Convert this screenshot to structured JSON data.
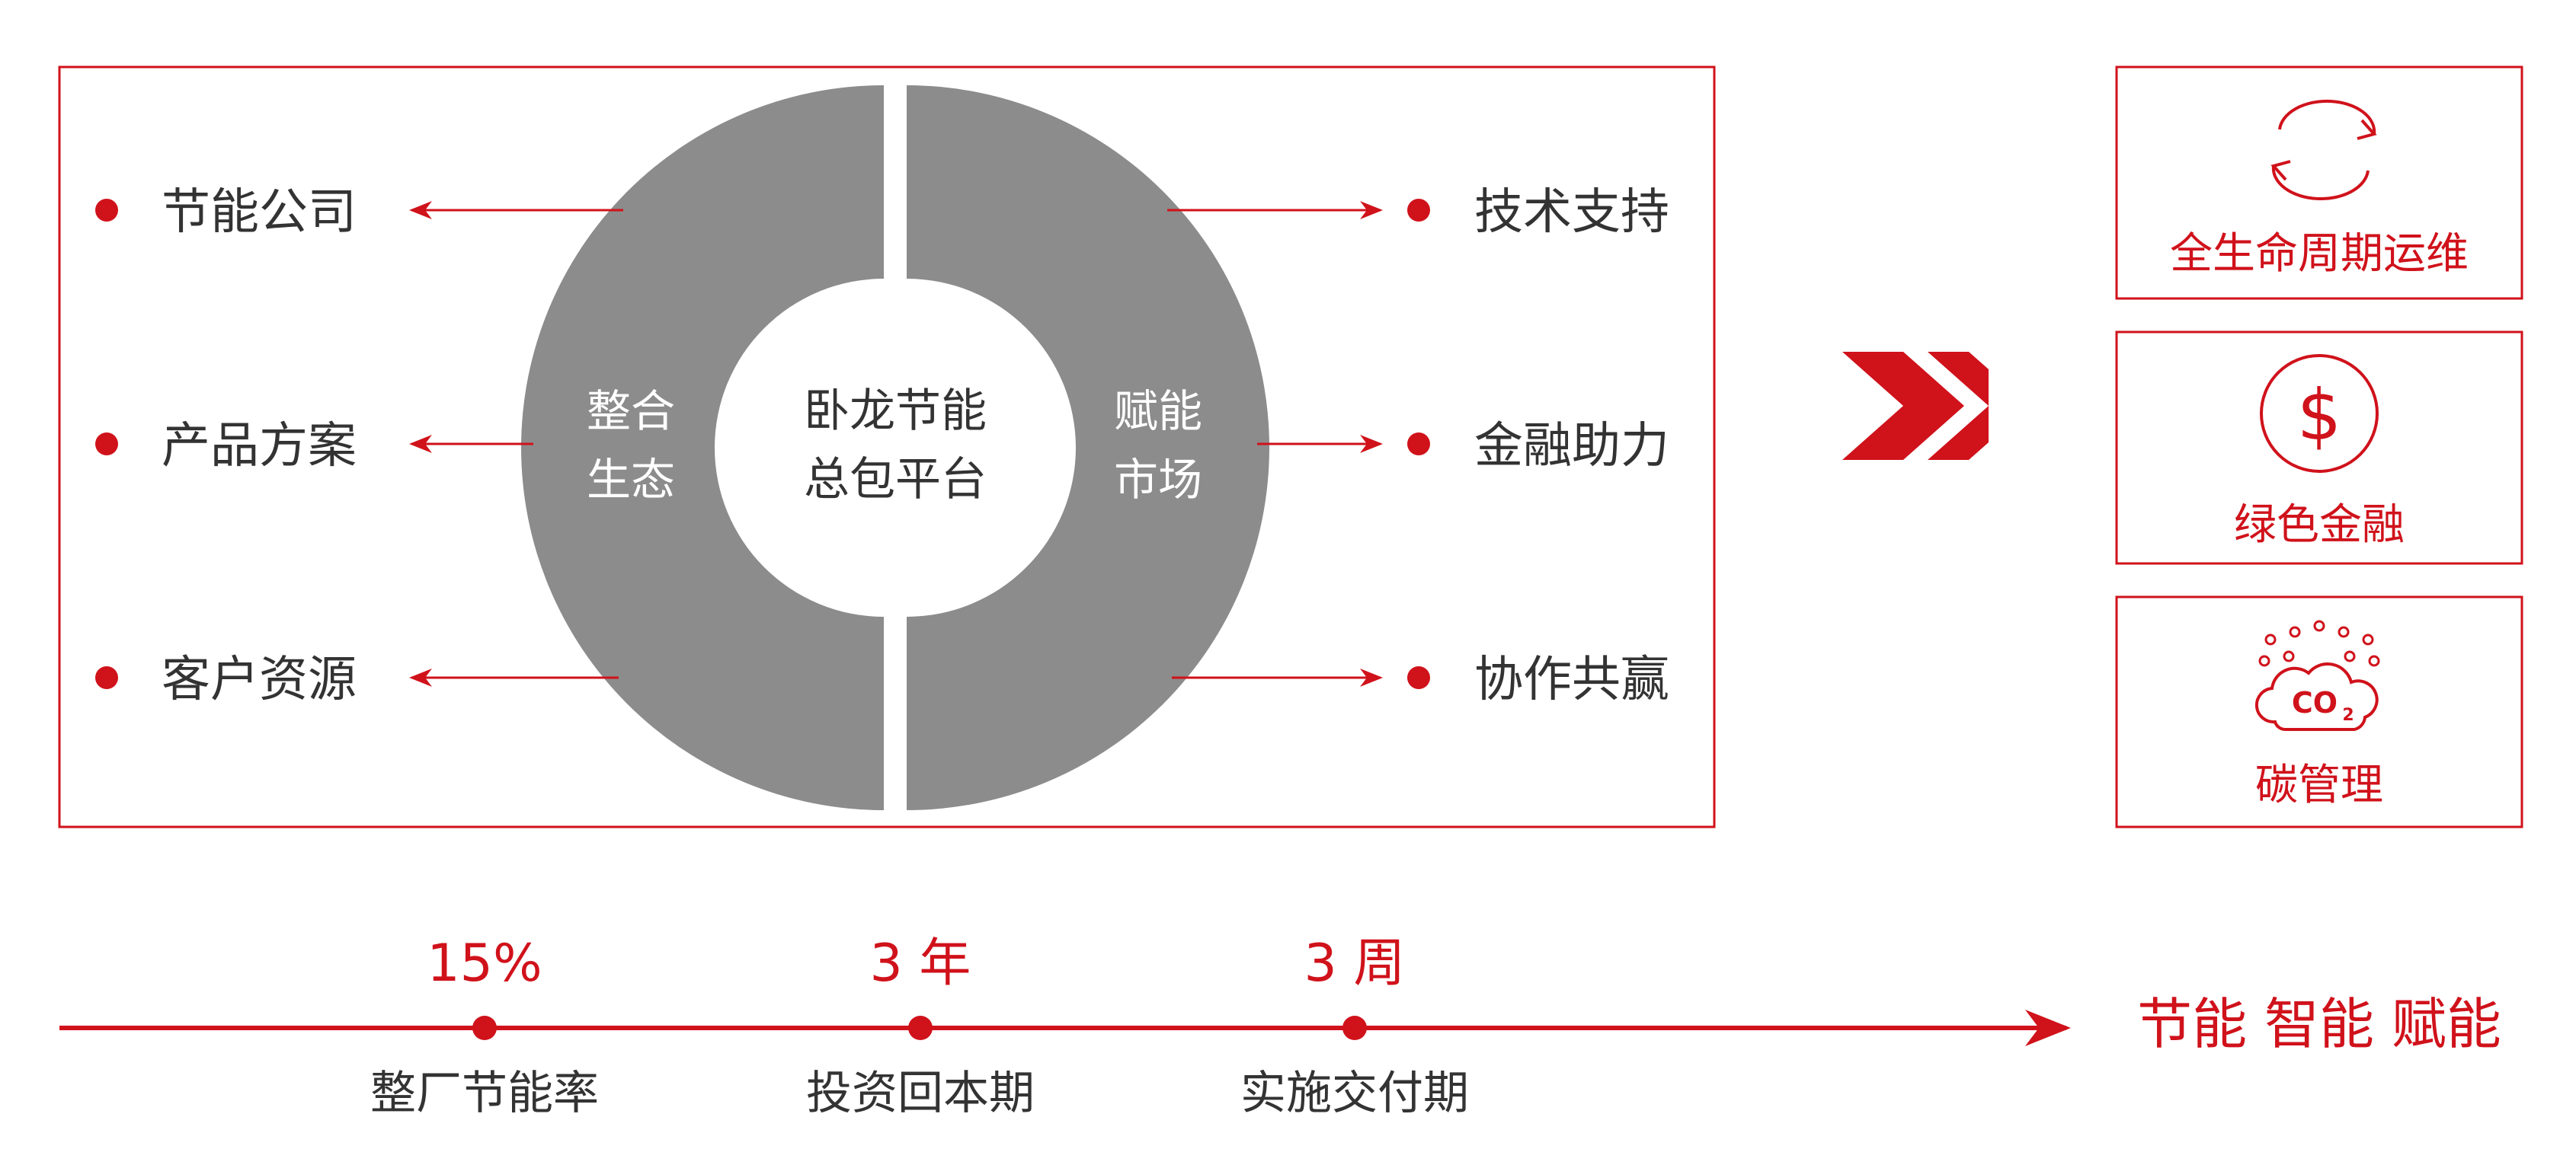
{
  "colors": {
    "accent": "#d0121b",
    "ring": "#8c8c8c",
    "text_dark": "#333333",
    "white": "#ffffff"
  },
  "diagram": {
    "left_items": [
      "节能公司",
      "产品方案",
      "客户资源"
    ],
    "right_items": [
      "技术支持",
      "金融助力",
      "协作共赢"
    ],
    "left_ring_label": [
      "整合",
      "生态"
    ],
    "right_ring_label": [
      "赋能",
      "市场"
    ],
    "center_label": [
      "卧龙节能",
      "总包平台"
    ]
  },
  "services": [
    {
      "label": "全生命周期运维",
      "icon": "cycle-arrows-icon"
    },
    {
      "label": "绿色金融",
      "icon": "dollar-coin-icon"
    },
    {
      "label": "碳管理",
      "icon": "co2-cloud-icon"
    }
  ],
  "timeline": {
    "points": [
      {
        "value": "15%",
        "label": "整厂节能率"
      },
      {
        "value": "3 年",
        "label": "投资回本期"
      },
      {
        "value": "3 周",
        "label": "实施交付期"
      }
    ],
    "end_label": "节能 智能 赋能"
  }
}
